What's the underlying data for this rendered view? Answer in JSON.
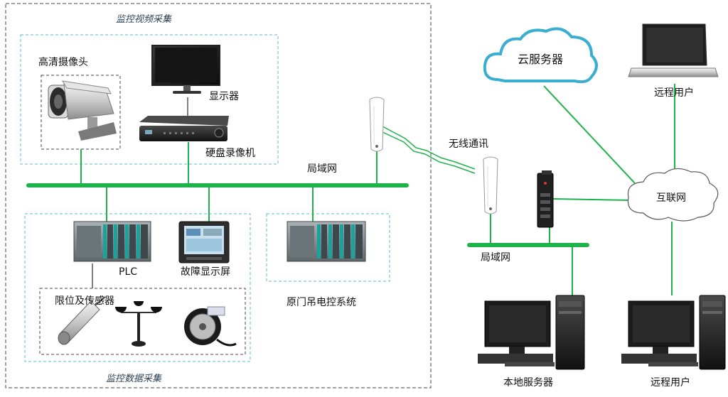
{
  "groups": {
    "video_title": "监控视频采集",
    "data_title": "监控数据采集"
  },
  "labels": {
    "camera": "高清摄像头",
    "monitor": "显示器",
    "dvr": "硬盘录像机",
    "lan_left": "局域网",
    "wireless": "无线通讯",
    "plc": "PLC",
    "fault_display": "故障显示屏",
    "sensors": "限位及传感器",
    "crane_control": "原门吊电控系统",
    "cloud": "云服务器",
    "remote_top": "远程用户",
    "internet": "互联网",
    "lan_right": "局域网",
    "local_server": "本地服务器",
    "remote_bottom": "远程用户"
  },
  "colors": {
    "bus": "#1db34a",
    "dashed_outer": "#444444",
    "dashed_inner": "#5bb8d4",
    "cloud_outline": "#3aaed0"
  },
  "icons": [
    "camera-icon",
    "monitor-icon",
    "dvr-icon",
    "wireless-ap-icon",
    "plc-icon",
    "hmi-panel-icon",
    "sensor-icon",
    "anemometer-icon",
    "encoder-icon",
    "cloud-icon",
    "laptop-icon",
    "internet-cloud-icon",
    "router-icon",
    "desktop-computer-icon"
  ]
}
